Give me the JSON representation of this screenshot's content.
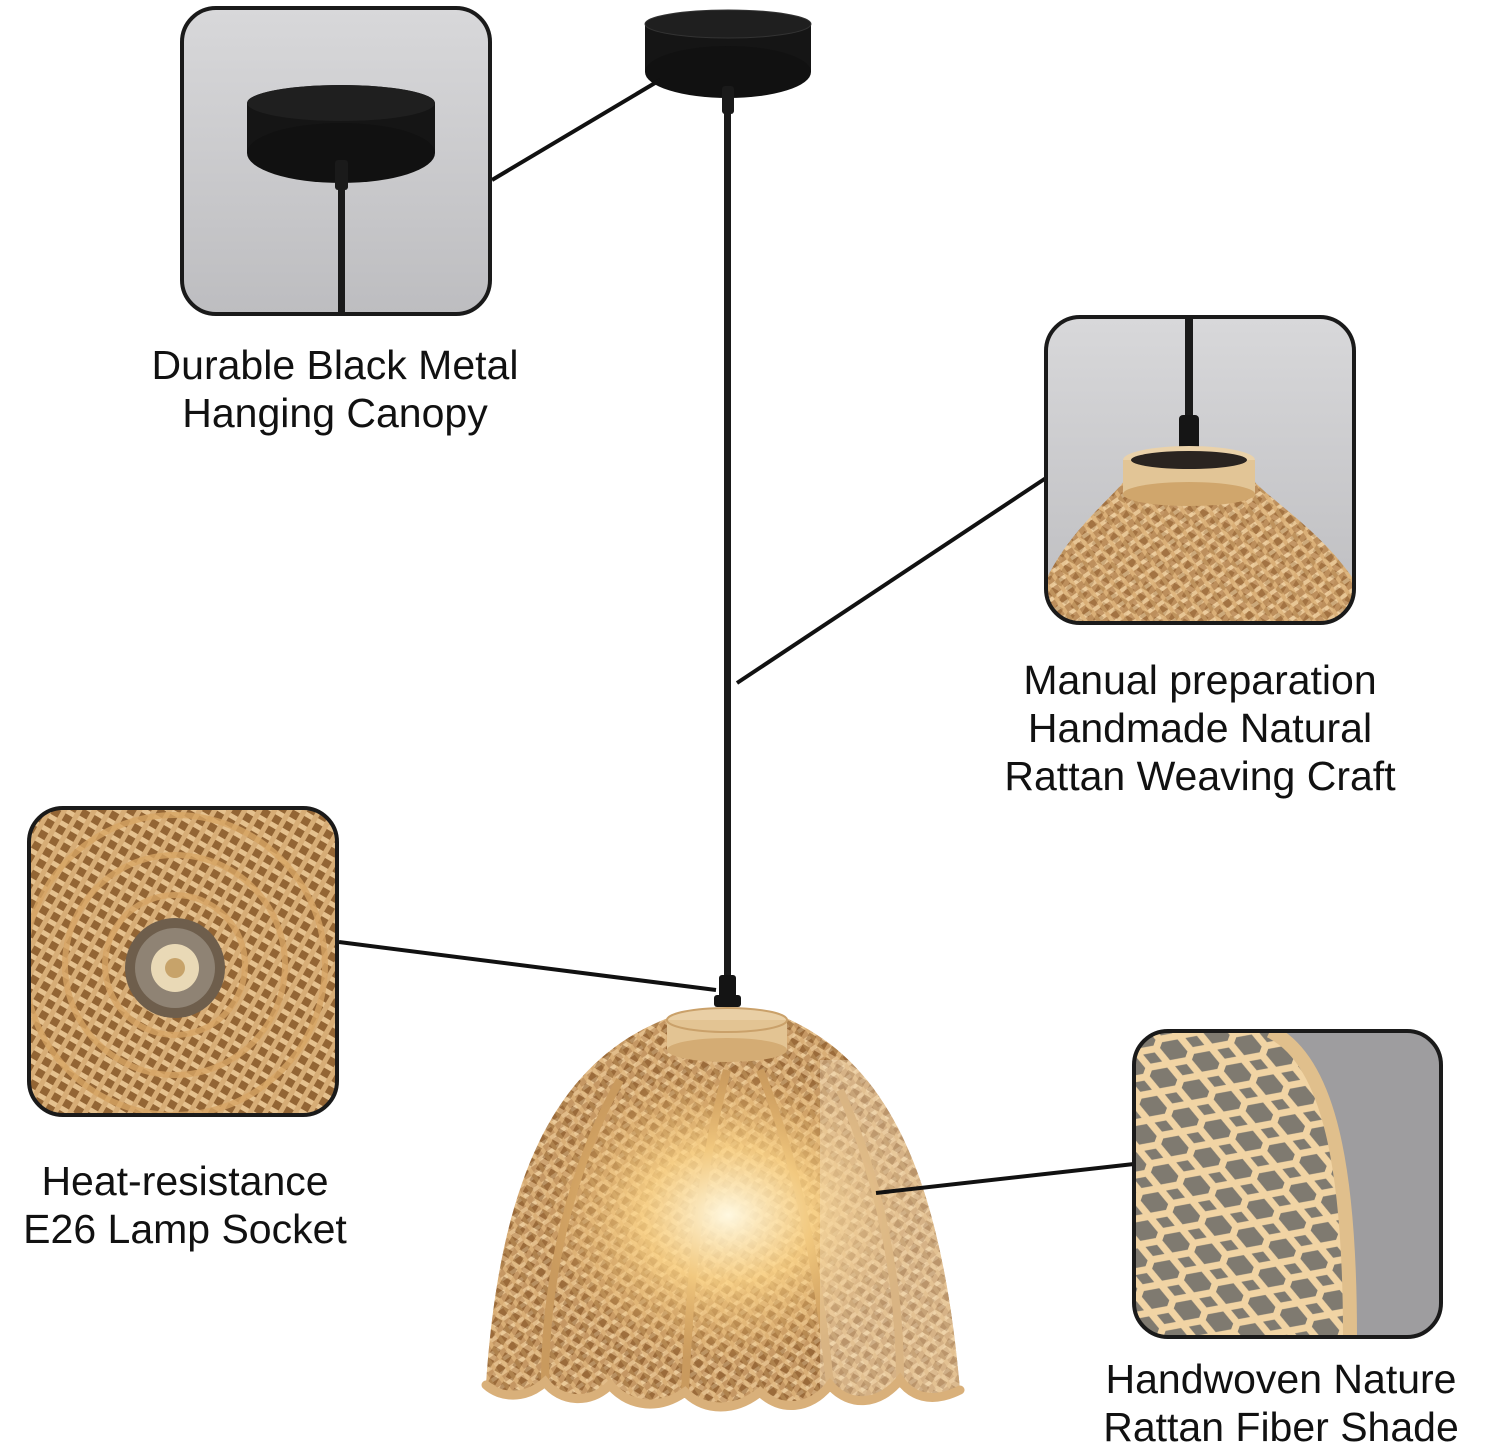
{
  "colors": {
    "background": "#ffffff",
    "text": "#111111",
    "canopy_black": "#141414",
    "cord": "#1a1a1a",
    "rattan_light": "#e7c392",
    "rattan_mid": "#d2a670",
    "rattan_dark": "#a87a45",
    "inset_gray": "#c8c8ca",
    "inset_border": "#1a1a1a"
  },
  "callouts": {
    "canopy": {
      "line1": "Durable Black Metal",
      "line2": "Hanging Canopy",
      "icon": "canopy-closeup"
    },
    "weave": {
      "line1": "Manual preparation",
      "line2": "Handmade Natural",
      "line3": "Rattan Weaving Craft",
      "icon": "shade-top-closeup"
    },
    "socket": {
      "line1": "Heat-resistance",
      "line2": "E26 Lamp Socket",
      "icon": "socket-closeup"
    },
    "shade": {
      "line1": "Handwoven Nature",
      "line2": "Rattan Fiber Shade",
      "icon": "shade-texture-closeup"
    }
  }
}
